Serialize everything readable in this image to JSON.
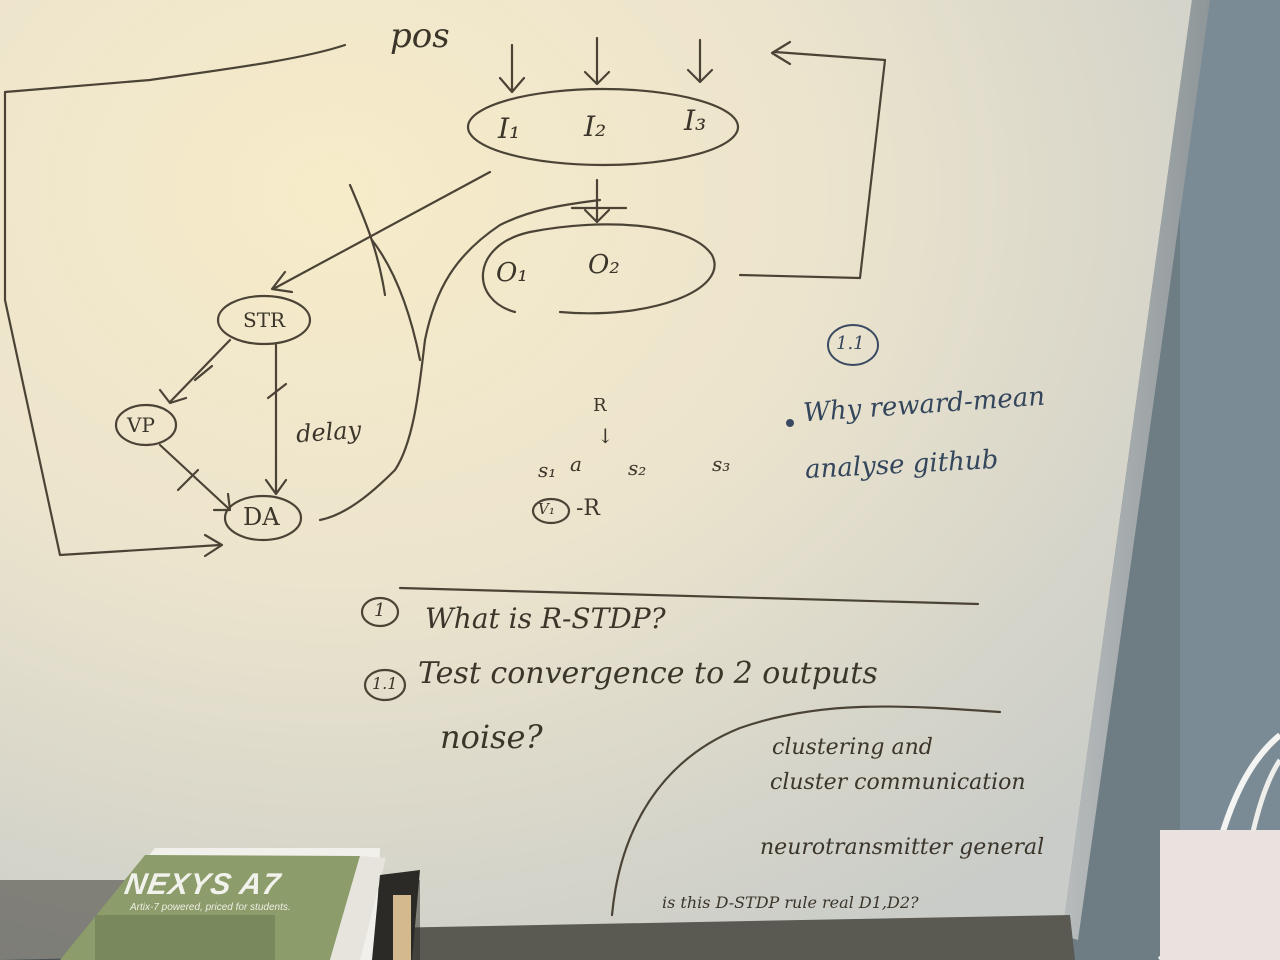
{
  "whiteboard": {
    "top_label": "pos",
    "inputs": [
      "I₁",
      "I₂",
      "I₃"
    ],
    "outputs": [
      "O₁",
      "O₂"
    ],
    "nodes": {
      "str": "STR",
      "vp": "VP",
      "da": "DA"
    },
    "delay_label": "delay",
    "rl_diagram": {
      "reward": "R",
      "arrow": "↓",
      "s1": "s₁",
      "a": "a",
      "s2": "s₂",
      "s3": "s₃",
      "v_label": "V₁",
      "minus_r": "-R"
    },
    "right_notes": {
      "circle_num": "1.1",
      "line1": "Why reward-mean",
      "line2": "analyse github"
    },
    "lower_notes": {
      "q1_num": "1",
      "q1": "What is R-STDP?",
      "q11_num": "1.1",
      "q11": "Test convergence to 2 outputs",
      "q11_cont": "noise?"
    },
    "corner_notes": {
      "line1": "clustering and",
      "line2": "cluster communication",
      "line3": "neurotransmitter general",
      "line4": "is this D-STDP rule real D1,D2?"
    }
  },
  "book": {
    "title": "NEXYS A7",
    "subtitle": "Artix-7 powered, priced for students."
  }
}
